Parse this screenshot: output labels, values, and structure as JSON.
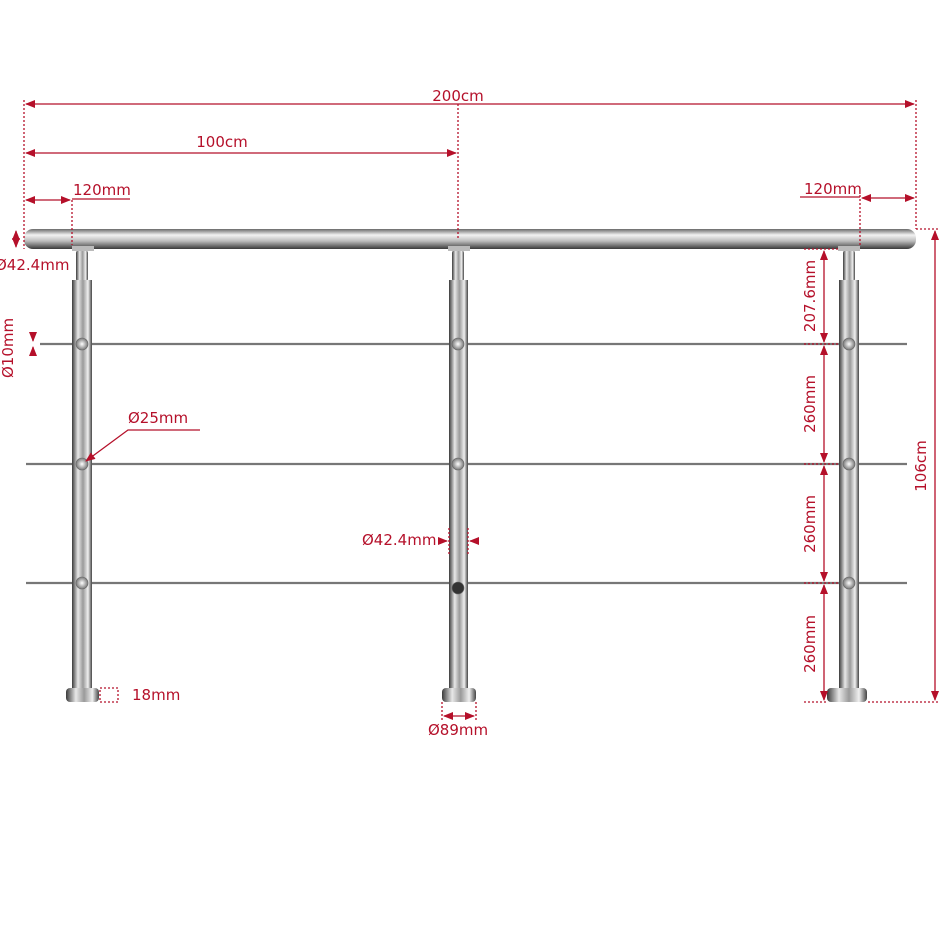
{
  "colors": {
    "dimension": "#b5102a",
    "steel": "#9a9a9a"
  },
  "dimensions": {
    "total_length": "200cm",
    "half_length": "100cm",
    "left_overhang": "120mm",
    "right_overhang": "120mm",
    "handrail_diameter": "Ø42.4mm",
    "rod_diameter": "Ø10mm",
    "rod_holder_diameter": "Ø25mm",
    "post_diameter": "Ø42.4mm",
    "base_height": "18mm",
    "base_diameter": "Ø89mm",
    "top_gap": "207.6mm",
    "rod_spacing_1": "260mm",
    "rod_spacing_2": "260mm",
    "bottom_gap": "260mm",
    "total_height": "106cm"
  }
}
